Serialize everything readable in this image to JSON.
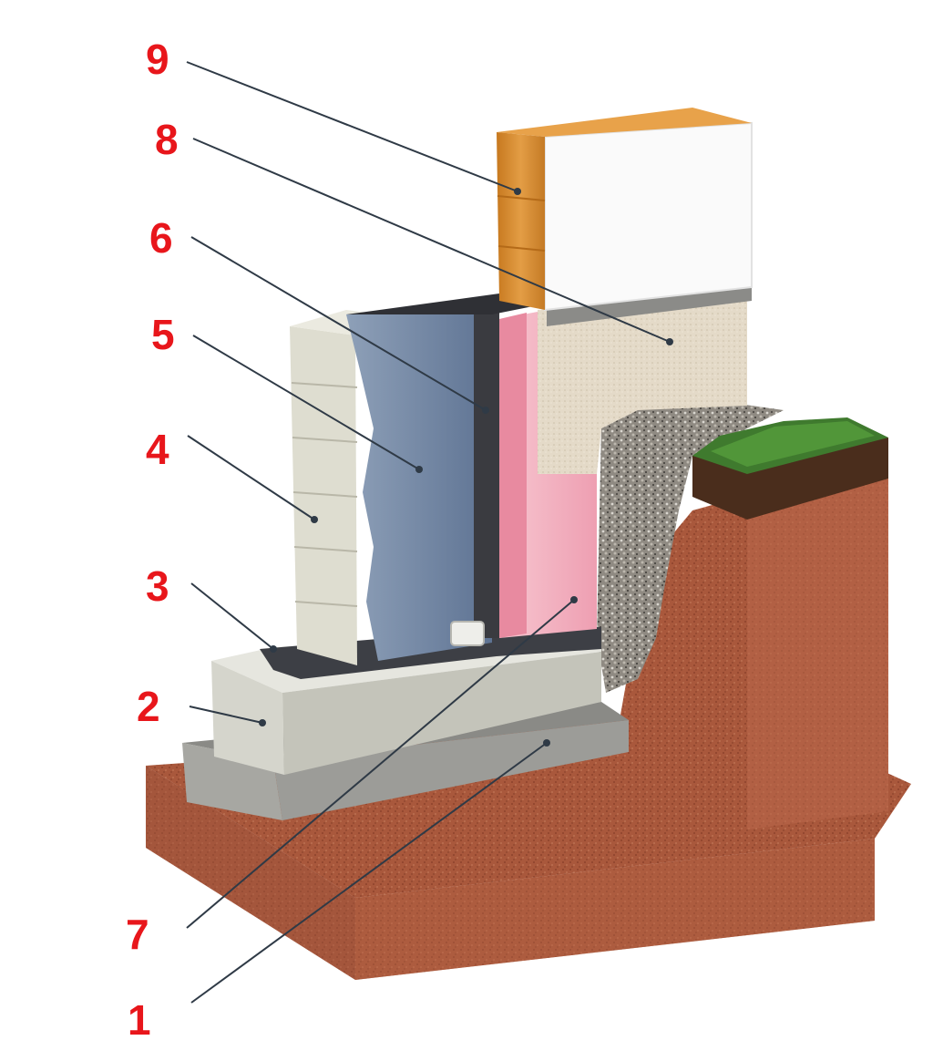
{
  "diagram": {
    "label_color": "#e8161b",
    "leader_color": "#2f3a46",
    "layer_colors": {
      "soil": "#a9583c",
      "gravel": "#8f8a82",
      "turf": "#3f7a2e",
      "footing_concrete": "#cfcfc6",
      "sand_bed": "#9c9c98",
      "waterproofing": "#3d3f45",
      "block_wall": "#deddd0",
      "membrane": "#6f85a2",
      "pink_insulation": "#f2b4c2",
      "plaster": "#e4dac8",
      "timber": "#d28a2e",
      "upper_wall": "#fafafa"
    },
    "callouts": [
      {
        "id": "9",
        "label": "9"
      },
      {
        "id": "8",
        "label": "8"
      },
      {
        "id": "6",
        "label": "6"
      },
      {
        "id": "5",
        "label": "5"
      },
      {
        "id": "4",
        "label": "4"
      },
      {
        "id": "3",
        "label": "3"
      },
      {
        "id": "2",
        "label": "2"
      },
      {
        "id": "7",
        "label": "7"
      },
      {
        "id": "1",
        "label": "1"
      }
    ]
  }
}
